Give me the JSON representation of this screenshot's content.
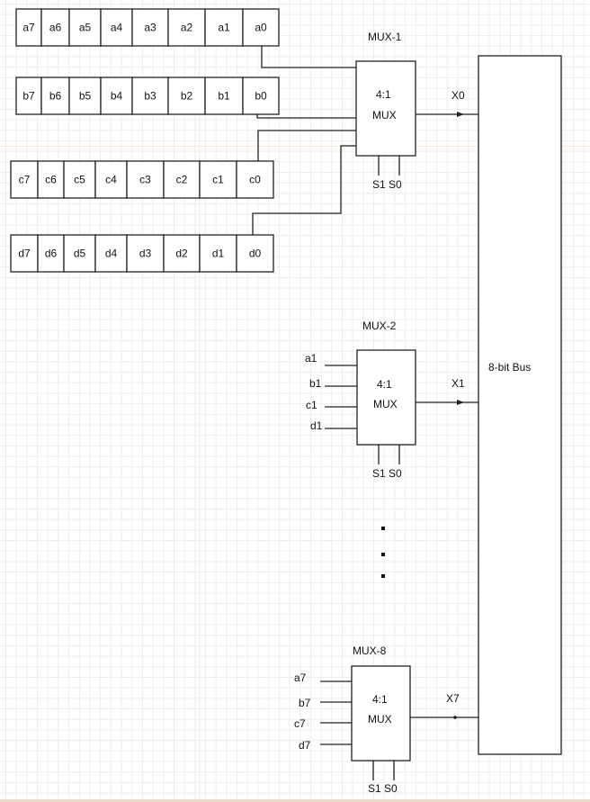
{
  "registers": [
    {
      "name": "a",
      "cells": [
        "a7",
        "a6",
        "a5",
        "a4",
        "a3",
        "a2",
        "a1",
        "a0"
      ]
    },
    {
      "name": "b",
      "cells": [
        "b7",
        "b6",
        "b5",
        "b4",
        "b3",
        "b2",
        "b1",
        "b0"
      ]
    },
    {
      "name": "c",
      "cells": [
        "c7",
        "c6",
        "c5",
        "c4",
        "c3",
        "c2",
        "c1",
        "c0"
      ]
    },
    {
      "name": "d",
      "cells": [
        "d7",
        "d6",
        "d5",
        "d4",
        "d3",
        "d2",
        "d1",
        "d0"
      ]
    }
  ],
  "muxes": [
    {
      "title": "MUX-1",
      "type_label": "4:1",
      "body_label": "MUX",
      "output_label": "X0",
      "inputs": [],
      "select_labels": [
        "S1",
        "S0"
      ]
    },
    {
      "title": "MUX-2",
      "type_label": "4:1",
      "body_label": "MUX",
      "output_label": "X1",
      "inputs": [
        "a1",
        "b1",
        "c1",
        "d1"
      ],
      "select_labels": [
        "S1",
        "S0"
      ]
    },
    {
      "title": "MUX-8",
      "type_label": "4:1",
      "body_label": "MUX",
      "output_label": "X7",
      "inputs": [
        "a7",
        "b7",
        "c7",
        "d7"
      ],
      "select_labels": [
        "S1",
        "S0"
      ]
    }
  ],
  "bus": {
    "label": "8-bit Bus"
  },
  "ellipsis": "..."
}
